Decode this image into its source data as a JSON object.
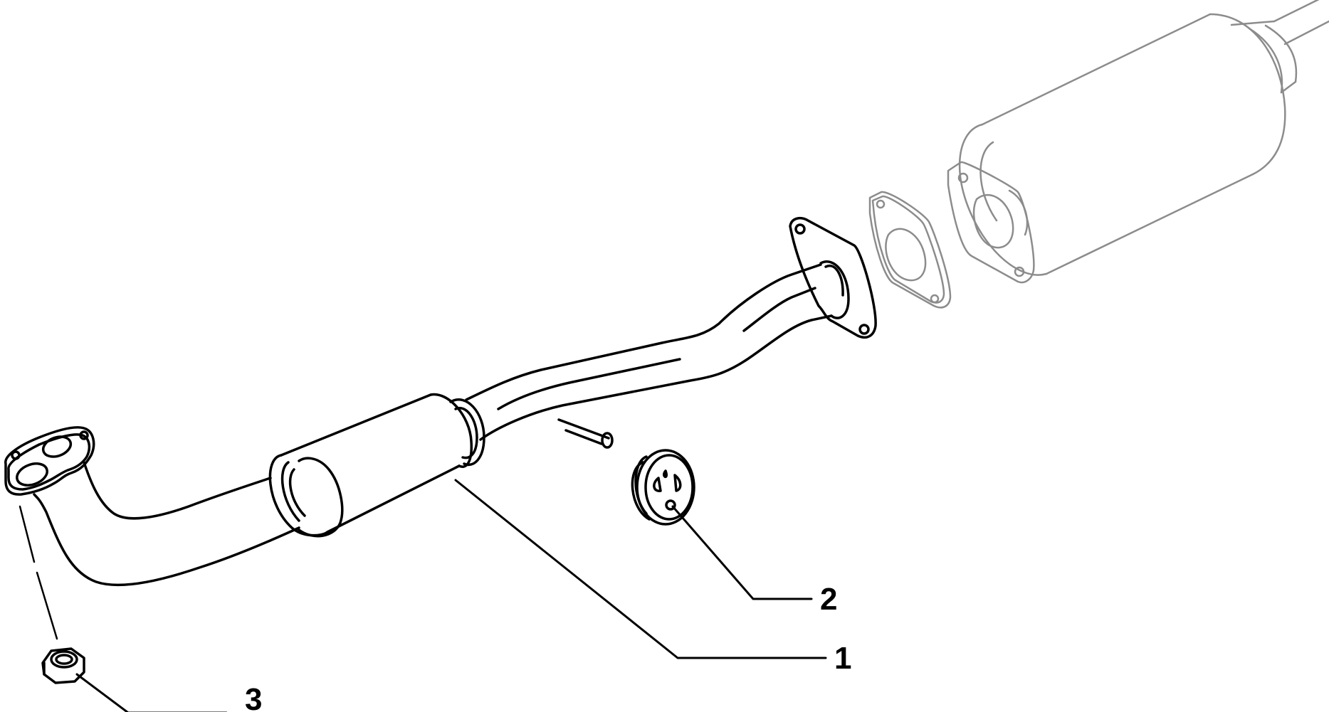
{
  "callouts": [
    {
      "id": "1",
      "label": "1"
    },
    {
      "id": "2",
      "label": "2"
    },
    {
      "id": "3",
      "label": "3"
    }
  ],
  "colors": {
    "line": "#000000",
    "ghost_part": "#8c8c8c",
    "background": "#ffffff"
  }
}
